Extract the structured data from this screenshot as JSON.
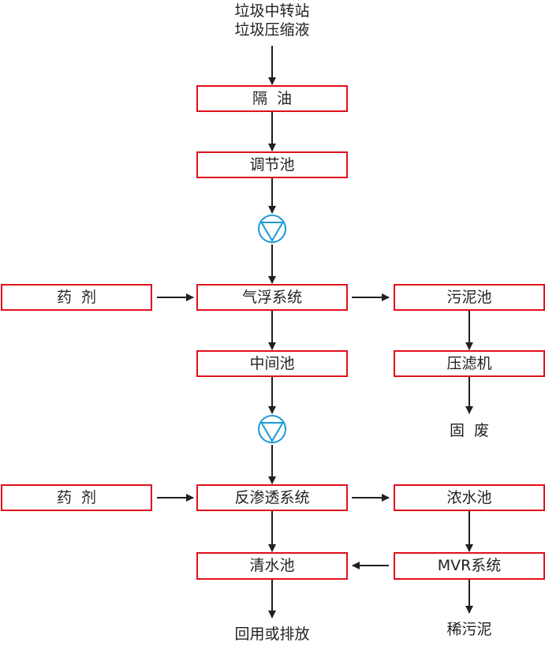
{
  "source": {
    "line1": "垃圾中转站",
    "line2": "垃圾压缩液"
  },
  "boxes": {
    "oil_separation": "隔  油",
    "equalization_tank": "调节池",
    "chemicals_1": "药  剂",
    "air_flotation": "气浮系统",
    "sludge_tank": "污泥池",
    "intermediate_tank": "中间池",
    "filter_press": "压滤机",
    "chemicals_2": "药  剂",
    "reverse_osmosis": "反渗透系统",
    "concentrate_tank": "浓水池",
    "clear_water_tank": "清水池",
    "mvr_system": "MVR系统"
  },
  "outputs": {
    "solid_waste": "固  废",
    "reuse_or_discharge": "回用或排放",
    "dilute_sludge": "稀污泥"
  },
  "colors": {
    "box_border": "#e0101c",
    "arrow": "#231f20",
    "pump": "#1a9ad6",
    "text": "#231f20"
  },
  "icons": {
    "pump": "pump-icon"
  }
}
